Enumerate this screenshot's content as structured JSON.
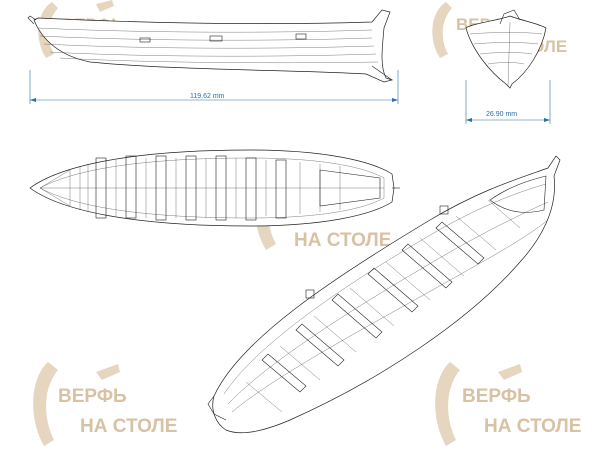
{
  "dimensions": {
    "length_label": "119.62 mm",
    "beam_label": "26.90 mm"
  },
  "watermark": {
    "line1": "ВЕРФЬ",
    "line2": "НА СТОЛЕ",
    "color": "#d8c2a4"
  },
  "views": [
    "side-view",
    "bow-view",
    "top-view",
    "perspective-view"
  ],
  "colors": {
    "dimension": "#2a6fa8",
    "ink": "#222222"
  }
}
